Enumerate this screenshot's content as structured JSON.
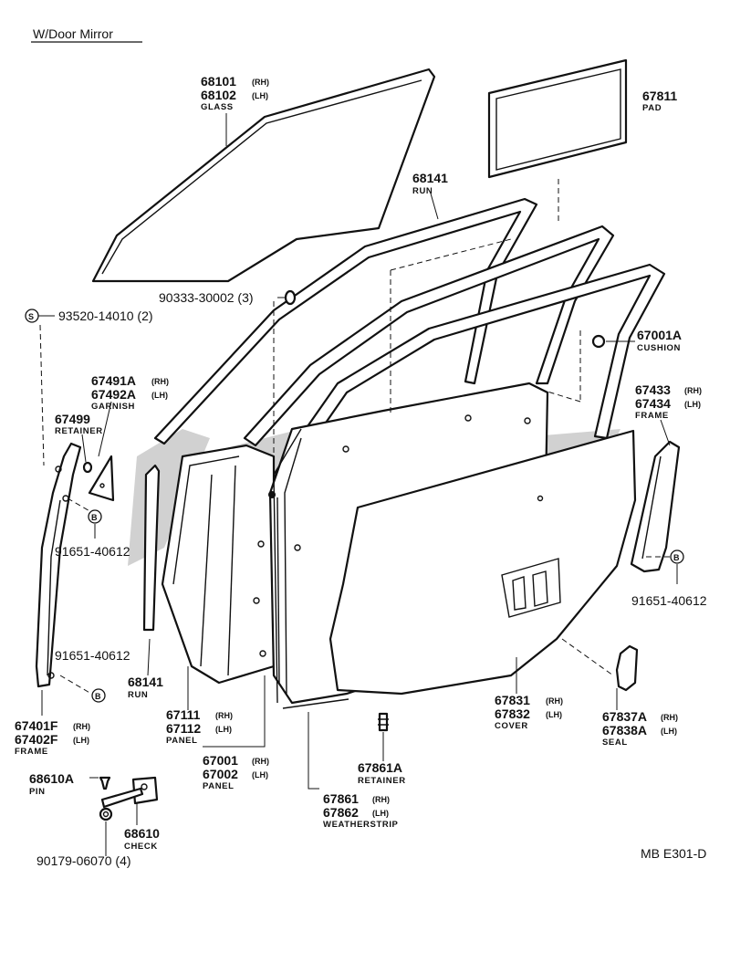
{
  "header": {
    "title": "W/Door Mirror"
  },
  "diagram_code": "MB E301-D",
  "callouts": {
    "glass": {
      "a": "68101",
      "a_sfx": "(RH)",
      "b": "68102",
      "b_sfx": "(LH)",
      "name": "GLASS"
    },
    "pad": {
      "a": "67811",
      "name": "PAD"
    },
    "run_top": {
      "a": "68141",
      "name": "RUN"
    },
    "screw": {
      "a": "90333-30002 (3)"
    },
    "s_bolt": {
      "marker": "S",
      "a": "93520-14010 (2)"
    },
    "cushion": {
      "a": "67001A",
      "name": "CUSHION"
    },
    "garnish": {
      "a": "67491A",
      "a_sfx": "(RH)",
      "b": "67492A",
      "b_sfx": "(LH)",
      "name": "GARNISH"
    },
    "retainer_left": {
      "a": "67499",
      "name": "RETAINER"
    },
    "frame_right": {
      "a": "67433",
      "a_sfx": "(RH)",
      "b": "67434",
      "b_sfx": "(LH)",
      "name": "FRAME"
    },
    "b_bolt_1": {
      "marker": "B",
      "a": "91651-40612"
    },
    "b_bolt_2": {
      "marker": "B",
      "a": "91651-40612"
    },
    "b_bolt_3": {
      "marker": "B",
      "a": "91651-40612"
    },
    "run_low": {
      "a": "68141",
      "name": "RUN"
    },
    "frame_left": {
      "a": "67401F",
      "a_sfx": "(RH)",
      "b": "67402F",
      "b_sfx": "(LH)",
      "name": "FRAME"
    },
    "panel_inner": {
      "a": "67111",
      "a_sfx": "(RH)",
      "b": "67112",
      "b_sfx": "(LH)",
      "name": "PANEL"
    },
    "panel_outer": {
      "a": "67001",
      "a_sfx": "(RH)",
      "b": "67002",
      "b_sfx": "(LH)",
      "name": "PANEL"
    },
    "cover": {
      "a": "67831",
      "a_sfx": "(RH)",
      "b": "67832",
      "b_sfx": "(LH)",
      "name": "COVER"
    },
    "seal": {
      "a": "67837A",
      "a_sfx": "(RH)",
      "b": "67838A",
      "b_sfx": "(LH)",
      "name": "SEAL"
    },
    "retainer_ws": {
      "a": "67861A",
      "name": "RETAINER"
    },
    "weatherstrip": {
      "a": "67861",
      "a_sfx": "(RH)",
      "b": "67862",
      "b_sfx": "(LH)",
      "name": "WEATHERSTRIP"
    },
    "pin": {
      "a": "68610A",
      "name": "PIN"
    },
    "check": {
      "a": "68610",
      "name": "CHECK"
    },
    "nut": {
      "a": "90179-06070 (4)"
    }
  }
}
